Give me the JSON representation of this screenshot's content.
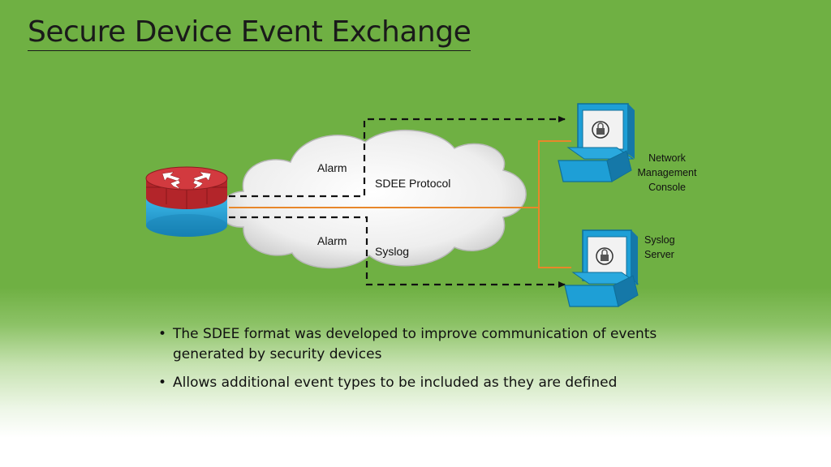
{
  "slide": {
    "title": "Secure Device Event Exchange"
  },
  "diagram": {
    "alarm_top_label": "Alarm",
    "sdee_protocol_label": "SDEE Protocol",
    "alarm_bottom_label": "Alarm",
    "syslog_label": "Syslog",
    "nms_label_line1": "Network",
    "nms_label_line2": "Management",
    "nms_label_line3": "Console",
    "syslog_server_label_line1": "Syslog",
    "syslog_server_label_line2": "Server",
    "colors": {
      "background": "#6fb043",
      "dashed_line": "#111111",
      "link_line": "#e8872a",
      "router_top": "#c0282d",
      "router_base": "#1e9fd6",
      "computer": "#1e9fd6"
    }
  },
  "bullets": [
    {
      "text": "The SDEE format was developed to improve communication of events generated by security devices"
    },
    {
      "text": "Allows additional event types to be included as they are defined"
    }
  ]
}
